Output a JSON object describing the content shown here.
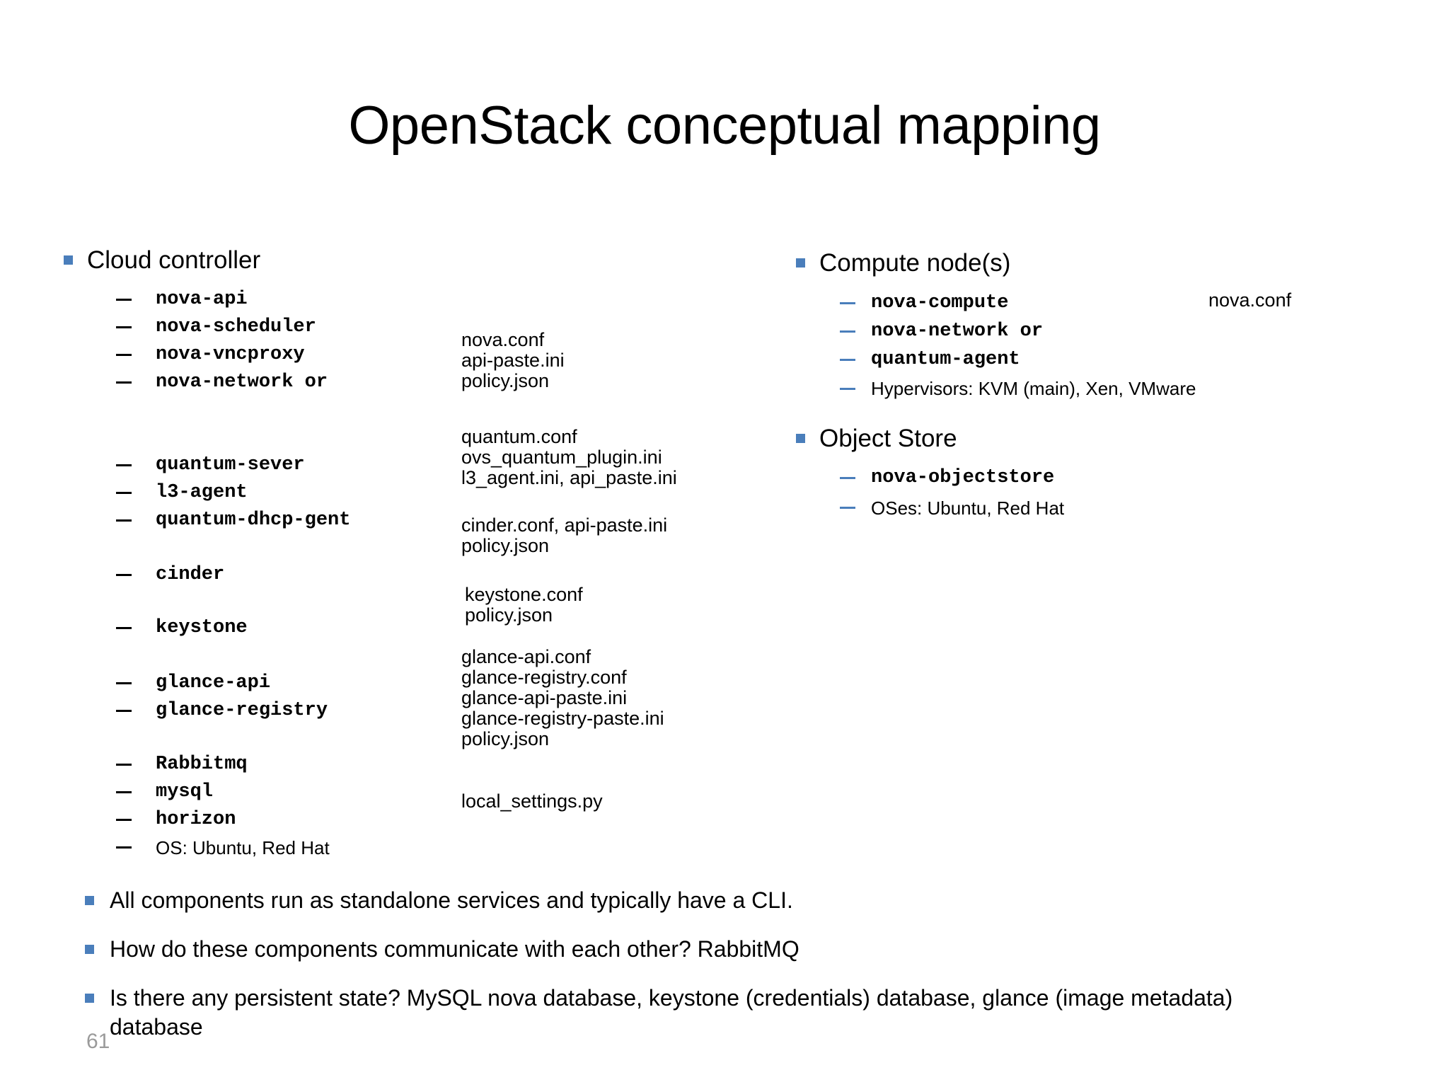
{
  "slide": {
    "title": "OpenStack conceptual mapping",
    "page_number": "61",
    "accent_color": "#4A7EBB",
    "bullet_icon": "square-bullet-icon",
    "dash_icon": "dash-bullet-icon"
  },
  "left_column": {
    "heading": "Cloud controller",
    "items": [
      {
        "label": "nova-api",
        "style": "mono"
      },
      {
        "label": "nova-scheduler",
        "style": "mono"
      },
      {
        "label": "nova-vncproxy",
        "style": "mono"
      },
      {
        "label": "nova-network or",
        "style": "mono"
      },
      {
        "label": "quantum-sever",
        "style": "mono"
      },
      {
        "label": "l3-agent",
        "style": "mono"
      },
      {
        "label": "quantum-dhcp-gent",
        "style": "mono"
      },
      {
        "label": "cinder",
        "style": "mono"
      },
      {
        "label": "keystone",
        "style": "mono"
      },
      {
        "label": "glance-api",
        "style": "mono"
      },
      {
        "label": "glance-registry",
        "style": "mono"
      },
      {
        "label": "Rabbitmq",
        "style": "mono"
      },
      {
        "label": "mysql",
        "style": "mono"
      },
      {
        "label": "horizon",
        "style": "mono"
      },
      {
        "label": "OS: Ubuntu, Red Hat",
        "style": "plain"
      }
    ],
    "config_groups": [
      {
        "name": "nova-configs",
        "text": "nova.conf\napi-paste.ini\npolicy.json"
      },
      {
        "name": "quantum-configs",
        "text": "quantum.conf\novs_quantum_plugin.ini\nl3_agent.ini, api_paste.ini"
      },
      {
        "name": "cinder-configs",
        "text": "cinder.conf, api-paste.ini\npolicy.json"
      },
      {
        "name": "keystone-configs",
        "text": "keystone.conf\npolicy.json"
      },
      {
        "name": "glance-configs",
        "text": "glance-api.conf\nglance-registry.conf\nglance-api-paste.ini\nglance-registry-paste.ini\npolicy.json"
      },
      {
        "name": "horizon-configs",
        "text": "local_settings.py"
      }
    ]
  },
  "right_column": {
    "compute": {
      "heading": "Compute node(s)",
      "items": [
        {
          "label": "nova-compute",
          "style": "mono"
        },
        {
          "label": "nova-network or",
          "style": "mono"
        },
        {
          "label": "quantum-agent",
          "style": "mono"
        },
        {
          "label": "Hypervisors: KVM (main), Xen, VMware",
          "style": "plain"
        }
      ],
      "config_text": "nova.conf"
    },
    "object_store": {
      "heading": "Object Store",
      "items": [
        {
          "label": "nova-objectstore",
          "style": "mono"
        },
        {
          "label": "OSes: Ubuntu, Red Hat",
          "style": "plain"
        }
      ]
    }
  },
  "bottom_bullets": [
    "All components run as standalone services and typically have a CLI.",
    "How do these components communicate with each other? RabbitMQ",
    "Is there any persistent state? MySQL nova database, keystone (credentials) database, glance (image metadata) database"
  ]
}
